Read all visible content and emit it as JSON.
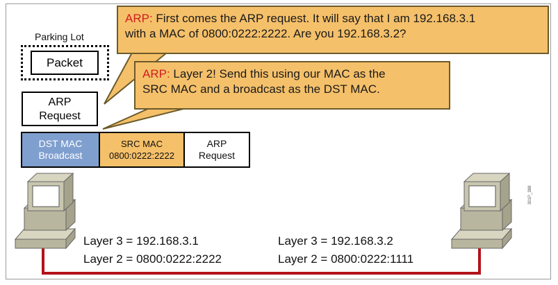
{
  "parking_lot": {
    "label": "Parking Lot",
    "packet_label": "Packet"
  },
  "arp_request_box": {
    "line1": "ARP",
    "line2": "Request"
  },
  "ethernet_frame": {
    "dst": {
      "line1": "DST MAC",
      "line2": "Broadcast"
    },
    "src": {
      "line1": "SRC MAC",
      "line2": "0800:0222:2222"
    },
    "payload": {
      "line1": "ARP",
      "line2": "Request"
    }
  },
  "bubble_top": {
    "tag": "ARP:",
    "line1": " First comes the ARP request. It will say that I am 192.168.3.1",
    "line2": "with a MAC of 0800:0222:2222.  Are you 192.168.3.2?"
  },
  "bubble_mid": {
    "tag": "ARP:",
    "line1": " Layer 2! Send this using our MAC as the",
    "line2": "SRC MAC and a broadcast as the DST MAC."
  },
  "host_left": {
    "layer3": "Layer 3 = 192.168.3.1",
    "layer2": "Layer 2 = 0800:0222:2222"
  },
  "host_right": {
    "layer3": "Layer 3 = 192.168.3.2",
    "layer2": "Layer 2 = 0800:0222:1111"
  },
  "watermark": "301P_388",
  "colors": {
    "bubble_fill": "#f5c06a",
    "tag_red": "#d21d1d",
    "dst_blue": "#7f9fcf",
    "link_red": "#b3121a",
    "computer_beige": "#c9c6b0"
  },
  "icons": [
    "computer-icon-left",
    "computer-icon-right"
  ]
}
